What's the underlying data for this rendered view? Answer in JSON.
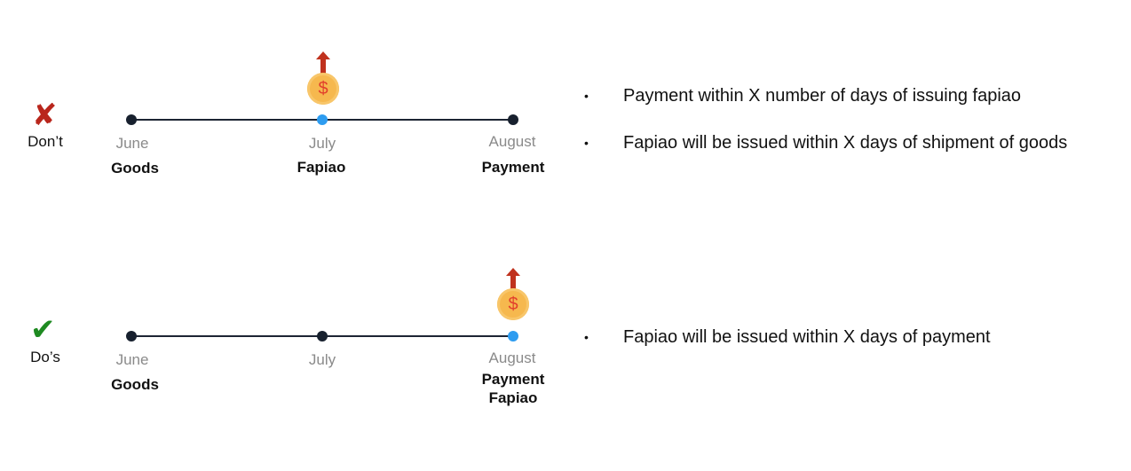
{
  "top": {
    "status_label": "Don’t",
    "status_icon": "cross-mark-icon",
    "status_color": "#b9261c",
    "timeline": [
      {
        "month": "June",
        "event": [
          "Goods"
        ],
        "dot_color": "#17202e"
      },
      {
        "month": "July",
        "event": [
          "Fapiao"
        ],
        "dot_color": "#2d9cf0",
        "coin": true
      },
      {
        "month": "August",
        "event": [
          "Payment"
        ],
        "dot_color": "#17202e"
      }
    ],
    "bullets": [
      "Payment within X number of days of issuing fapiao",
      "Fapiao will be issued within X days of shipment of goods"
    ]
  },
  "bottom": {
    "status_label": "Do’s",
    "status_icon": "check-mark-icon",
    "status_color": "#1e8a21",
    "timeline": [
      {
        "month": "June",
        "event": [
          "Goods"
        ],
        "dot_color": "#17202e"
      },
      {
        "month": "July",
        "event": [],
        "dot_color": "#17202e"
      },
      {
        "month": "August",
        "event": [
          "Payment",
          "Fapiao"
        ],
        "dot_color": "#2d9cf0",
        "coin": true
      }
    ],
    "bullets": [
      "Fapiao will be issued within X days of payment"
    ]
  },
  "coin": {
    "symbol": "$",
    "icon": "dollar-coin-icon",
    "arrow_icon": "up-arrow-icon",
    "coin_color": "#f6b84e",
    "arrow_color": "#c0321e"
  }
}
